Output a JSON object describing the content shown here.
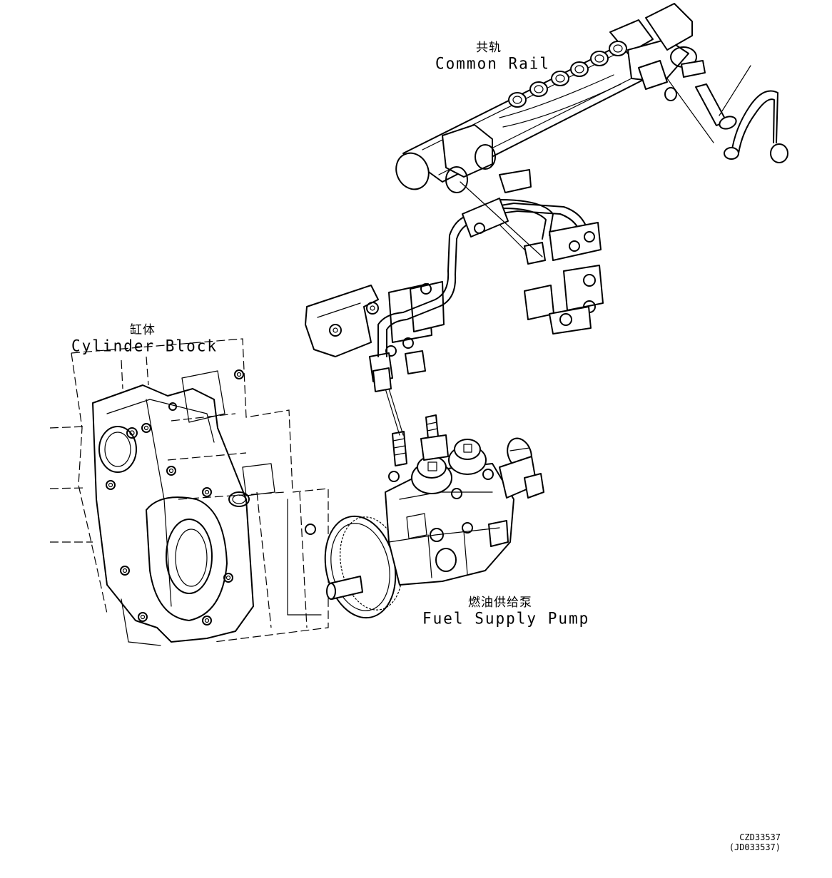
{
  "labels": {
    "common_rail": {
      "zh": "共轨",
      "en": "Common Rail"
    },
    "cylinder_block": {
      "zh": "缸体",
      "en": "Cylinder Block"
    },
    "fuel_supply_pump": {
      "zh": "燃油供给泵",
      "en": "Fuel Supply Pump"
    }
  },
  "drawing_codes": {
    "primary": "CZD33537",
    "secondary": "(JD033537)"
  },
  "colors": {
    "line": "#000000",
    "background": "#ffffff"
  }
}
